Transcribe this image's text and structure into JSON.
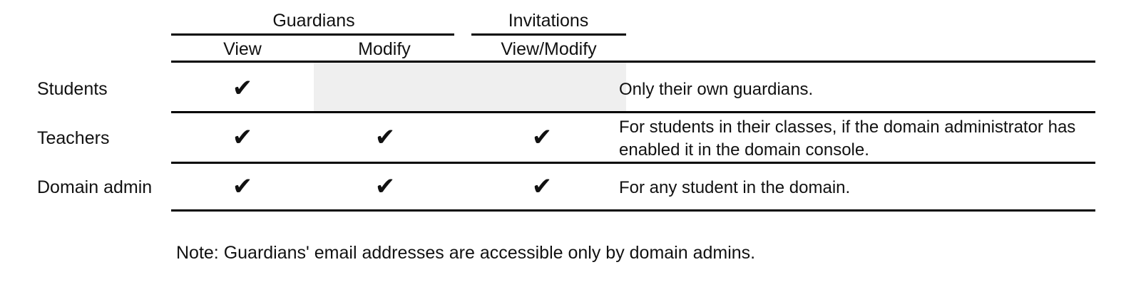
{
  "table": {
    "column_groups": [
      {
        "label": "Guardians"
      },
      {
        "label": "Invitations"
      }
    ],
    "columns": [
      {
        "label": "View"
      },
      {
        "label": "Modify"
      },
      {
        "label": "View/Modify"
      }
    ],
    "rows": [
      {
        "label": "Students",
        "view": "✔",
        "modify": "",
        "invitations": "",
        "notes": "Only their own guardians."
      },
      {
        "label": "Teachers",
        "view": "✔",
        "modify": "✔",
        "invitations": "✔",
        "notes": "For students in their classes, if the domain administrator has enabled it in the domain console."
      },
      {
        "label": "Domain admin",
        "view": "✔",
        "modify": "✔",
        "invitations": "✔",
        "notes": "For any student in the domain."
      }
    ]
  },
  "footnote": {
    "text": "Note: Guardians' email addresses are accessible only by domain admins."
  },
  "icons": {
    "check": "✔"
  },
  "colors": {
    "text": "#111111",
    "rule": "#000000",
    "disabled_cell": "#efefef",
    "background": "#ffffff"
  }
}
